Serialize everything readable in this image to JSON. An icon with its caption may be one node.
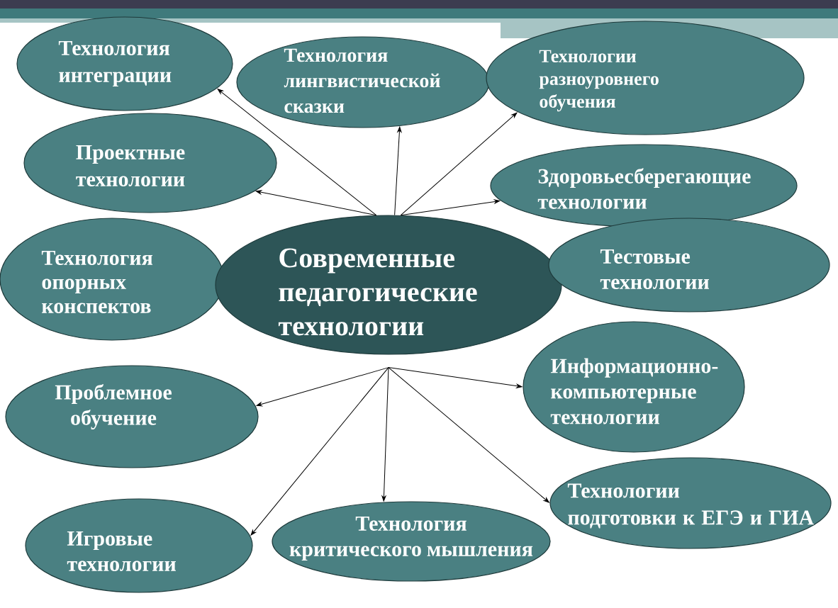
{
  "diagram": {
    "nodes": [
      {
        "text": [
          "Технология интеграции"
        ]
      },
      {
        "text": [
          "Технология лингвистической сказки"
        ]
      },
      {
        "text": [
          "Технологии разноуровнего обучения"
        ]
      },
      {
        "text": [
          "Проектные технологии"
        ]
      },
      {
        "text": [
          "Здоровьесберегающие технологии"
        ]
      },
      {
        "text": [
          "Технология опорных конспектов"
        ]
      },
      {
        "text": [
          "Современные педагогические технологии"
        ]
      },
      {
        "text": [
          "Тестовые технологии"
        ]
      },
      {
        "text": [
          "Проблемное обучение"
        ]
      },
      {
        "text": [
          "Информационно-компьютерные технологии"
        ]
      },
      {
        "text": [
          "Игровые технологии"
        ]
      },
      {
        "text": [
          "Технология критического мышления"
        ]
      },
      {
        "text": [
          "Технологии подготовки к ЕГЭ и ГИА"
        ]
      }
    ],
    "edges": [
      {
        "from": 6,
        "to": 0,
        "arrow": "to"
      },
      {
        "from": 6,
        "to": 1,
        "arrow": "to"
      },
      {
        "from": 6,
        "to": 2,
        "arrow": "to"
      },
      {
        "from": 6,
        "to": 3,
        "arrow": "to"
      },
      {
        "from": 6,
        "to": 4,
        "arrow": "to"
      },
      {
        "from": 6,
        "to": 8,
        "arrow": "to"
      },
      {
        "from": 6,
        "to": 9,
        "arrow": "to"
      },
      {
        "from": 6,
        "to": 10,
        "arrow": "to"
      },
      {
        "from": 6,
        "to": 11,
        "arrow": "to"
      },
      {
        "from": 6,
        "to": 12,
        "arrow": "to"
      }
    ]
  }
}
